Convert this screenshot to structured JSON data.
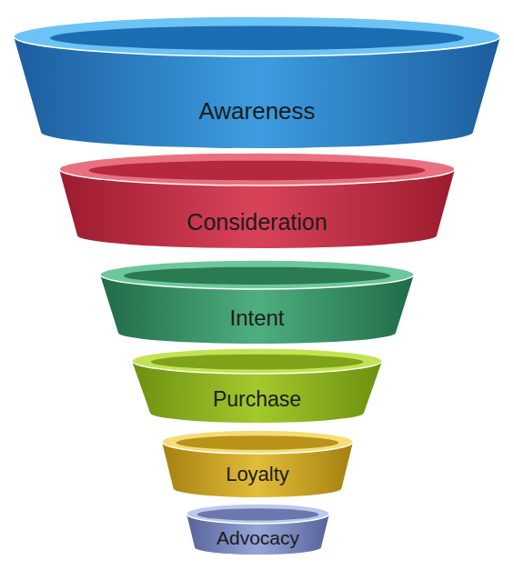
{
  "diagram": {
    "nodes": [
      {
        "text": [
          "Awareness"
        ]
      },
      {
        "text": [
          "Consideration"
        ]
      },
      {
        "text": [
          "Intent"
        ]
      },
      {
        "text": [
          "Purchase"
        ]
      },
      {
        "text": [
          "Loyalty"
        ]
      },
      {
        "text": [
          "Advocacy"
        ]
      }
    ]
  }
}
